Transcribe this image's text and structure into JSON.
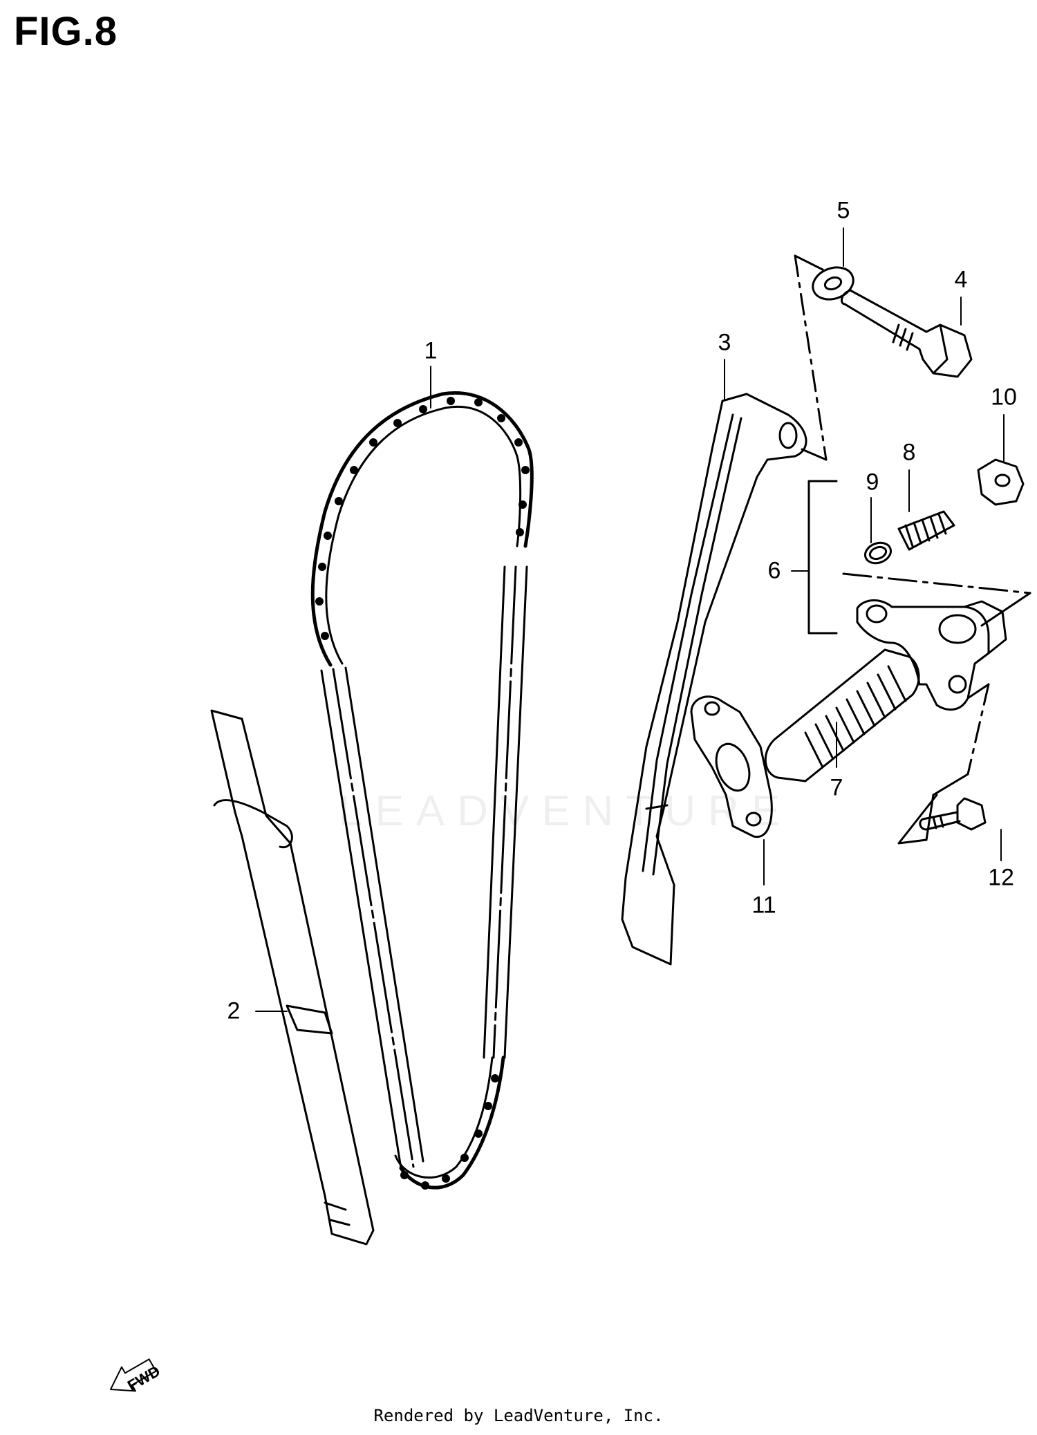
{
  "figure": {
    "title": "FIG.8"
  },
  "callouts": [
    {
      "id": "1",
      "label": "1"
    },
    {
      "id": "2",
      "label": "2"
    },
    {
      "id": "3",
      "label": "3"
    },
    {
      "id": "4",
      "label": "4"
    },
    {
      "id": "5",
      "label": "5"
    },
    {
      "id": "6",
      "label": "6"
    },
    {
      "id": "7",
      "label": "7"
    },
    {
      "id": "8",
      "label": "8"
    },
    {
      "id": "9",
      "label": "9"
    },
    {
      "id": "10",
      "label": "10"
    },
    {
      "id": "11",
      "label": "11"
    },
    {
      "id": "12",
      "label": "12"
    }
  ],
  "fwd_arrow": {
    "label": "FWD"
  },
  "watermark": {
    "text": "LEADVENTURE"
  },
  "footer": {
    "text": "Rendered by LeadVenture, Inc."
  }
}
